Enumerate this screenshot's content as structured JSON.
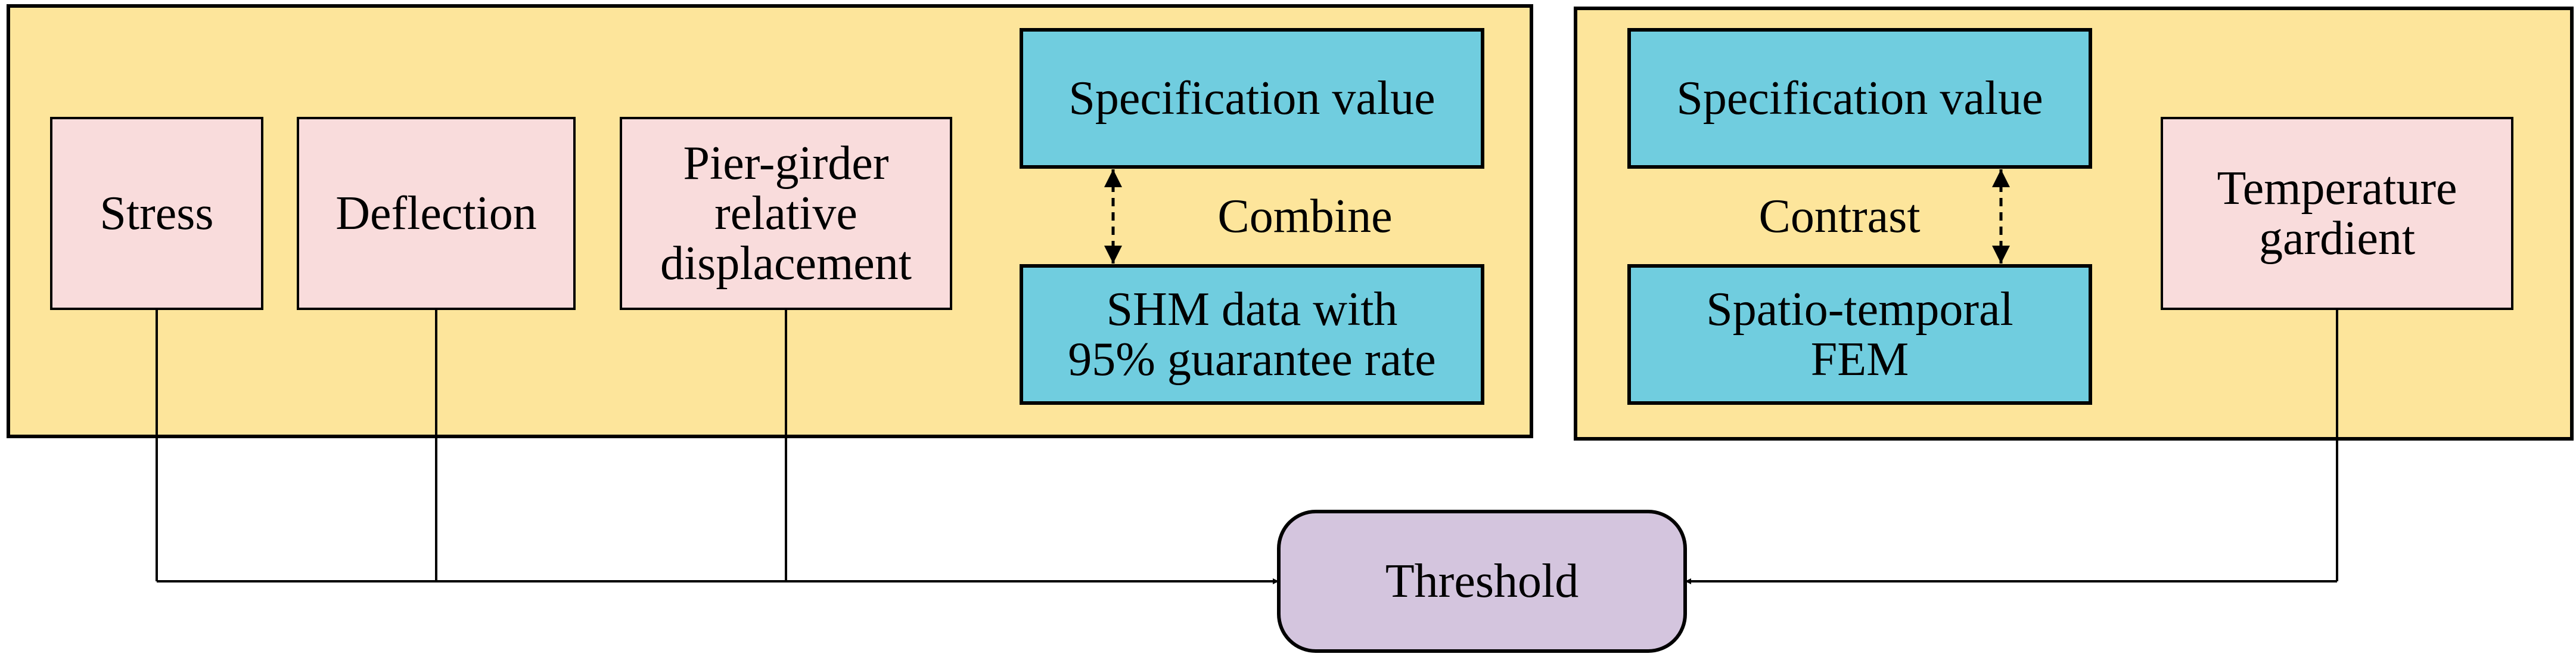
{
  "colors": {
    "panel_fill": "#FDE59B",
    "metric_fill": "#F9DCDC",
    "reference_fill": "#70CDDF",
    "threshold_fill": "#D4C5DE",
    "line": "#000000"
  },
  "left_panel": {
    "metrics": [
      {
        "lines": [
          "Stress"
        ]
      },
      {
        "lines": [
          "Deflection"
        ]
      },
      {
        "lines": [
          "Pier-girder",
          "relative",
          "displacement"
        ]
      }
    ],
    "spec_box": {
      "lines": [
        "Specification value"
      ]
    },
    "shm_box": {
      "lines": [
        "SHM data with",
        "95% guarantee rate"
      ]
    },
    "relation_label": "Combine"
  },
  "right_panel": {
    "spec_box": {
      "lines": [
        "Specification value"
      ]
    },
    "fem_box": {
      "lines": [
        "Spatio-temporal",
        "FEM"
      ]
    },
    "relation_label": "Contrast",
    "metric": {
      "lines": [
        "Temperature",
        "gardient"
      ]
    }
  },
  "threshold": {
    "label": "Threshold"
  }
}
